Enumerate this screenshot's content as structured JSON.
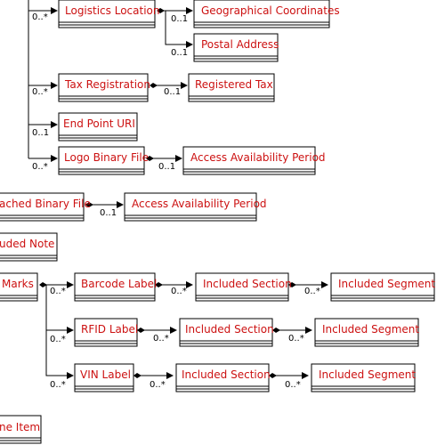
{
  "boxes": {
    "logistics_location": "Logistics Location",
    "geographical_coordinates": "Geographical Coordinates",
    "postal_address": "Postal Address",
    "tax_registration": "Tax Registration",
    "registered_tax": "Registered Tax",
    "end_point_uri": "End Point URI",
    "logo_binary_file": "Logo Binary File",
    "access_availability_period_1": "Access Availability Period",
    "attached_binary_file": "ached Binary File",
    "access_availability_period_2": "Access Availability Period",
    "included_note": "uded Note",
    "marks": "Marks",
    "barcode_label": "Barcode Label",
    "included_section_1": "Included Section",
    "included_segment_1": "Included Segment",
    "rfid_label": "RFID Label",
    "included_section_2": "Included Section",
    "included_segment_2": "Included Segment",
    "vin_label": "VIN Label",
    "included_section_3": "Included Section",
    "included_segment_3": "Included Segment",
    "line_item": "ne Item"
  },
  "multiplicities": {
    "m1": "0..*",
    "m2": "0..1",
    "m3": "0..1",
    "m4": "0..*",
    "m5": "0..1",
    "m6": "0..1",
    "m7": "0..*",
    "m8": "0..1",
    "m9": "0..1",
    "m10": "0..*",
    "m11": "0..*",
    "m12": "0..*",
    "m13": "0..*",
    "m14": "0..*",
    "m15": "0..*",
    "m16": "0..*",
    "m17": "0..*",
    "m18": "0..*"
  }
}
